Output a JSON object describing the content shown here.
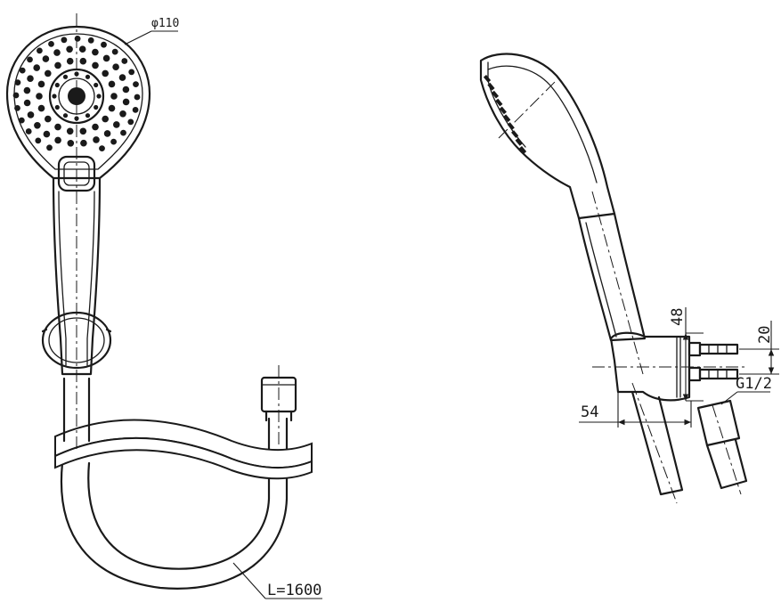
{
  "dimensions": {
    "head_diameter": "φ110",
    "hose_length": "L=1600",
    "holder_height": "48",
    "inlet_offset": "20",
    "holder_depth": "54",
    "thread": "G1/2"
  },
  "colors": {
    "line": "#1a1a1a",
    "background": "#ffffff"
  }
}
